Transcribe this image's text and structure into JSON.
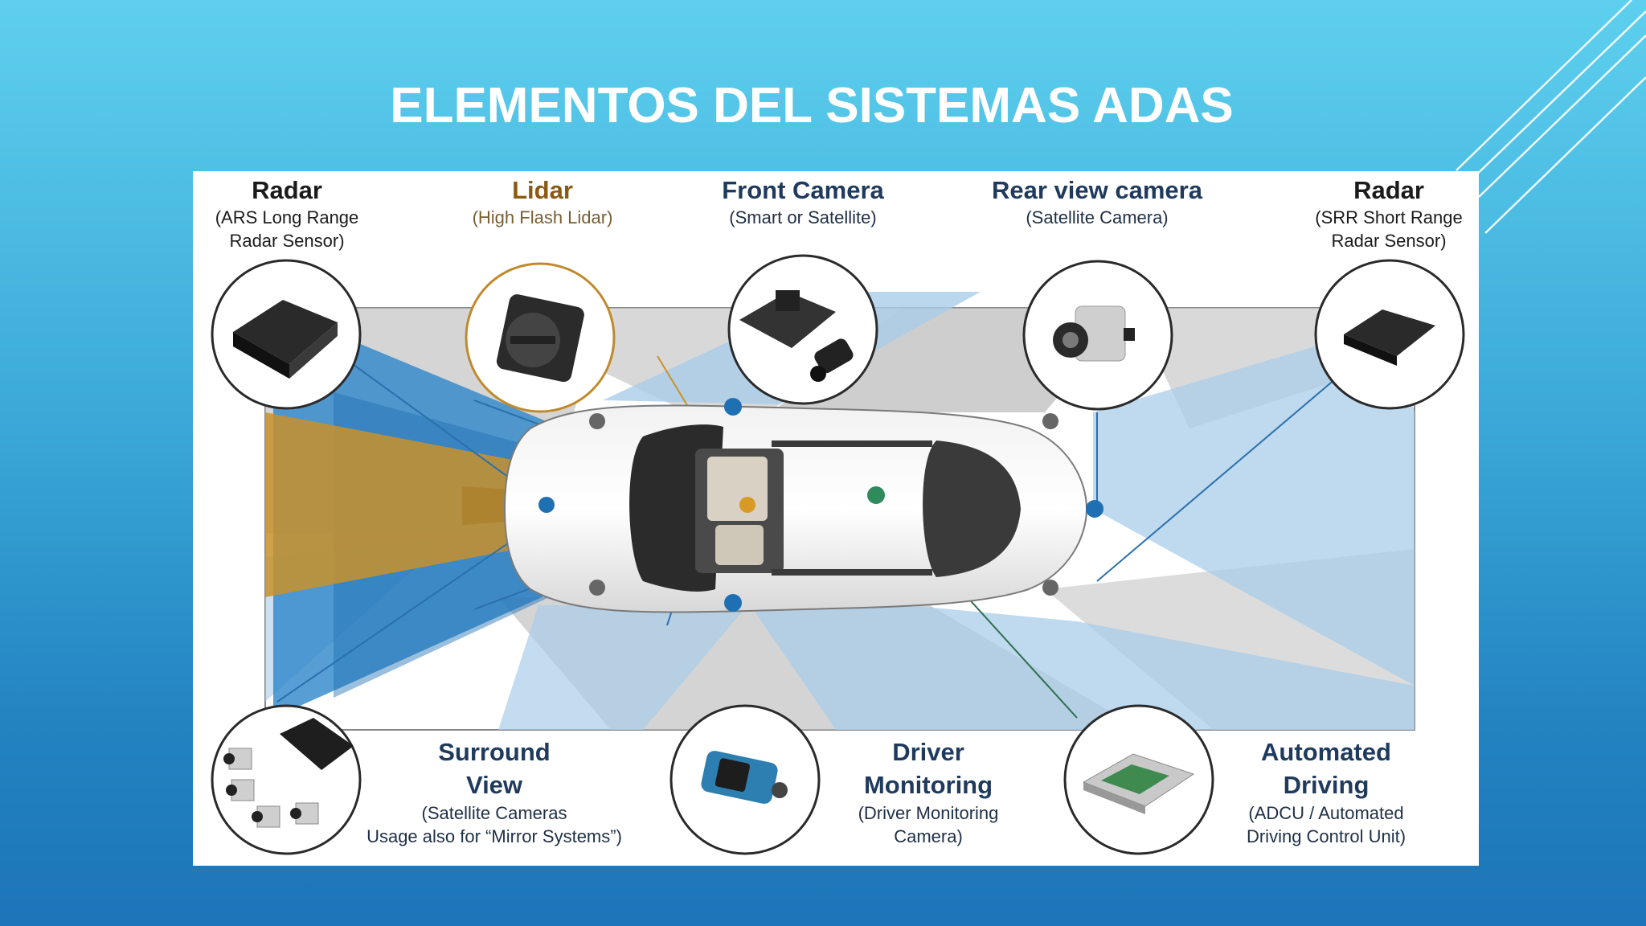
{
  "slide": {
    "title": "ELEMENTOS DEL SISTEMAS ADAS"
  },
  "colors": {
    "background_top": "#5ed0ee",
    "background_bottom": "#1c75b8",
    "radar_beam": "#2d86c9",
    "lidar_beam": "#c9912a",
    "camera_zone": "#a9cdea",
    "driver_monitor": "#2f8a5c"
  },
  "components": {
    "radar_long": {
      "title": "Radar",
      "subtitle": "(ARS Long Range\nRadar Sensor)",
      "icon": "long-range-radar-icon"
    },
    "lidar": {
      "title": "Lidar",
      "subtitle": "(High Flash Lidar)",
      "icon": "flash-lidar-icon"
    },
    "front_camera": {
      "title": "Front Camera",
      "subtitle": "(Smart or Satellite)",
      "icon": "front-camera-icon"
    },
    "rear_camera": {
      "title": "Rear view camera",
      "subtitle": "(Satellite Camera)",
      "icon": "rear-camera-icon"
    },
    "radar_short": {
      "title": "Radar",
      "subtitle": "(SRR Short Range\nRadar Sensor)",
      "icon": "short-range-radar-icon"
    },
    "surround_view": {
      "title": "Surround\nView",
      "subtitle": "(Satellite Cameras\nUsage also for “Mirror Systems”)",
      "icon": "surround-cameras-icon"
    },
    "driver_monitoring": {
      "title": "Driver\nMonitoring",
      "subtitle": "(Driver Monitoring\nCamera)",
      "icon": "driver-camera-icon"
    },
    "automated_driving": {
      "title": "Automated\nDriving",
      "subtitle": "(ADCU / Automated\nDriving Control Unit)",
      "icon": "control-unit-icon"
    }
  }
}
